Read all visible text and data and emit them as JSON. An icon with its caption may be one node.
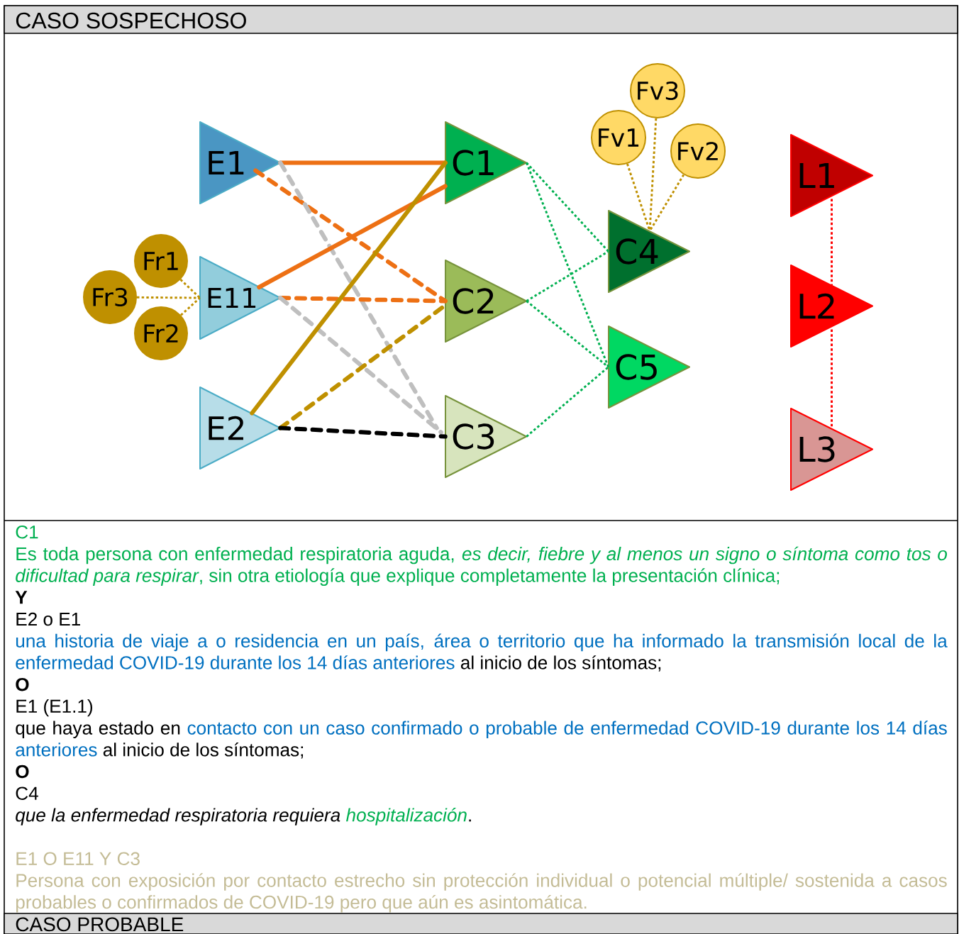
{
  "diagram": {
    "title": "CASO SOSPECHOSO",
    "nodes": [
      {
        "text": [
          "E1"
        ]
      },
      {
        "text": [
          "E11"
        ]
      },
      {
        "text": [
          "E2"
        ]
      },
      {
        "text": [
          "Fr1"
        ]
      },
      {
        "text": [
          "Fr3"
        ]
      },
      {
        "text": [
          "Fr2"
        ]
      },
      {
        "text": [
          "C1"
        ]
      },
      {
        "text": [
          "C2"
        ]
      },
      {
        "text": [
          "C3"
        ]
      },
      {
        "text": [
          "Fv3"
        ]
      },
      {
        "text": [
          "Fv1"
        ]
      },
      {
        "text": [
          "Fv2"
        ]
      },
      {
        "text": [
          "C4"
        ]
      },
      {
        "text": [
          "C5"
        ]
      },
      {
        "text": [
          "L1"
        ]
      },
      {
        "text": [
          "L2"
        ]
      },
      {
        "text": [
          "L3"
        ]
      }
    ],
    "edges": [
      {
        "from": 0,
        "to": 6,
        "arrow": "none",
        "style": "thick",
        "color": "#ed7014"
      },
      {
        "from": 0,
        "to": 7,
        "arrow": "none",
        "style": "dashed",
        "color": "#ed7014"
      },
      {
        "from": 0,
        "to": 8,
        "arrow": "none",
        "style": "dashed",
        "color": "#bfbfbf"
      },
      {
        "from": 1,
        "to": 6,
        "arrow": "none",
        "style": "thick",
        "color": "#ed7014"
      },
      {
        "from": 1,
        "to": 7,
        "arrow": "none",
        "style": "dashed",
        "color": "#ed7014"
      },
      {
        "from": 1,
        "to": 8,
        "arrow": "none",
        "style": "dashed",
        "color": "#bfbfbf"
      },
      {
        "from": 2,
        "to": 6,
        "arrow": "none",
        "style": "thick"
      },
      {
        "from": 2,
        "to": 7,
        "arrow": "none",
        "style": "dashed"
      },
      {
        "from": 2,
        "to": 8,
        "arrow": "none",
        "style": "dashed",
        "color": "#000000"
      },
      {
        "from": 3,
        "to": 1,
        "arrow": "none",
        "style": "dashed"
      },
      {
        "from": 4,
        "to": 1,
        "arrow": "none",
        "style": "dashed"
      },
      {
        "from": 5,
        "to": 1,
        "arrow": "none",
        "style": "dashed"
      },
      {
        "from": 6,
        "to": 12,
        "arrow": "none",
        "style": "dashed",
        "color": "#00b050"
      },
      {
        "from": 6,
        "to": 13,
        "arrow": "none",
        "style": "dashed",
        "color": "#00b050"
      },
      {
        "from": 7,
        "to": 12,
        "arrow": "none",
        "style": "dashed",
        "color": "#00b050"
      },
      {
        "from": 7,
        "to": 13,
        "arrow": "none",
        "style": "dashed",
        "color": "#00b050"
      },
      {
        "from": 8,
        "to": 13,
        "arrow": "none",
        "style": "dashed",
        "color": "#00b050"
      },
      {
        "from": 10,
        "to": 12,
        "arrow": "none",
        "style": "dashed"
      },
      {
        "from": 9,
        "to": 12,
        "arrow": "none",
        "style": "dashed"
      },
      {
        "from": 11,
        "to": 12,
        "arrow": "none",
        "style": "dashed"
      },
      {
        "from": 14,
        "to": 15,
        "arrow": "none",
        "style": "dashed",
        "color": "#ff0000"
      },
      {
        "from": 15,
        "to": 16,
        "arrow": "none",
        "style": "dashed",
        "color": "#ff0000"
      }
    ],
    "labels": [
      "C1",
      "Es toda persona con enfermedad respiratoria aguda, *es decir, fiebre y al menos un signo o síntoma como tos o dificultad para respirar*, sin otra etiología que explique completamente la presentación clínica;",
      "Y",
      "E2 o E1",
      "una historia de viaje a o residencia en un país, área o territorio que ha informado la transmisión local de la enfermedad COVID-19 durante los 14 días anteriores",
      "al inicio de los síntomas;",
      "O",
      "E1 (E1.1)",
      "que haya estado en",
      "contacto con un caso confirmado o probable de enfermedad COVID-19 durante los 14 días anteriores",
      "al inicio de los síntomas;",
      "O",
      "C4",
      "que la enfermedad respiratoria requiera",
      "hospitalización",
      ".",
      "E1 O E11 Y C3",
      "Persona con exposición por contacto estrecho sin protección individual o potencial múltiple/ sostenida a casos probables o confirmados de COVID-19 pero que aún es asintomática.",
      "CASO PROBABLE"
    ]
  }
}
